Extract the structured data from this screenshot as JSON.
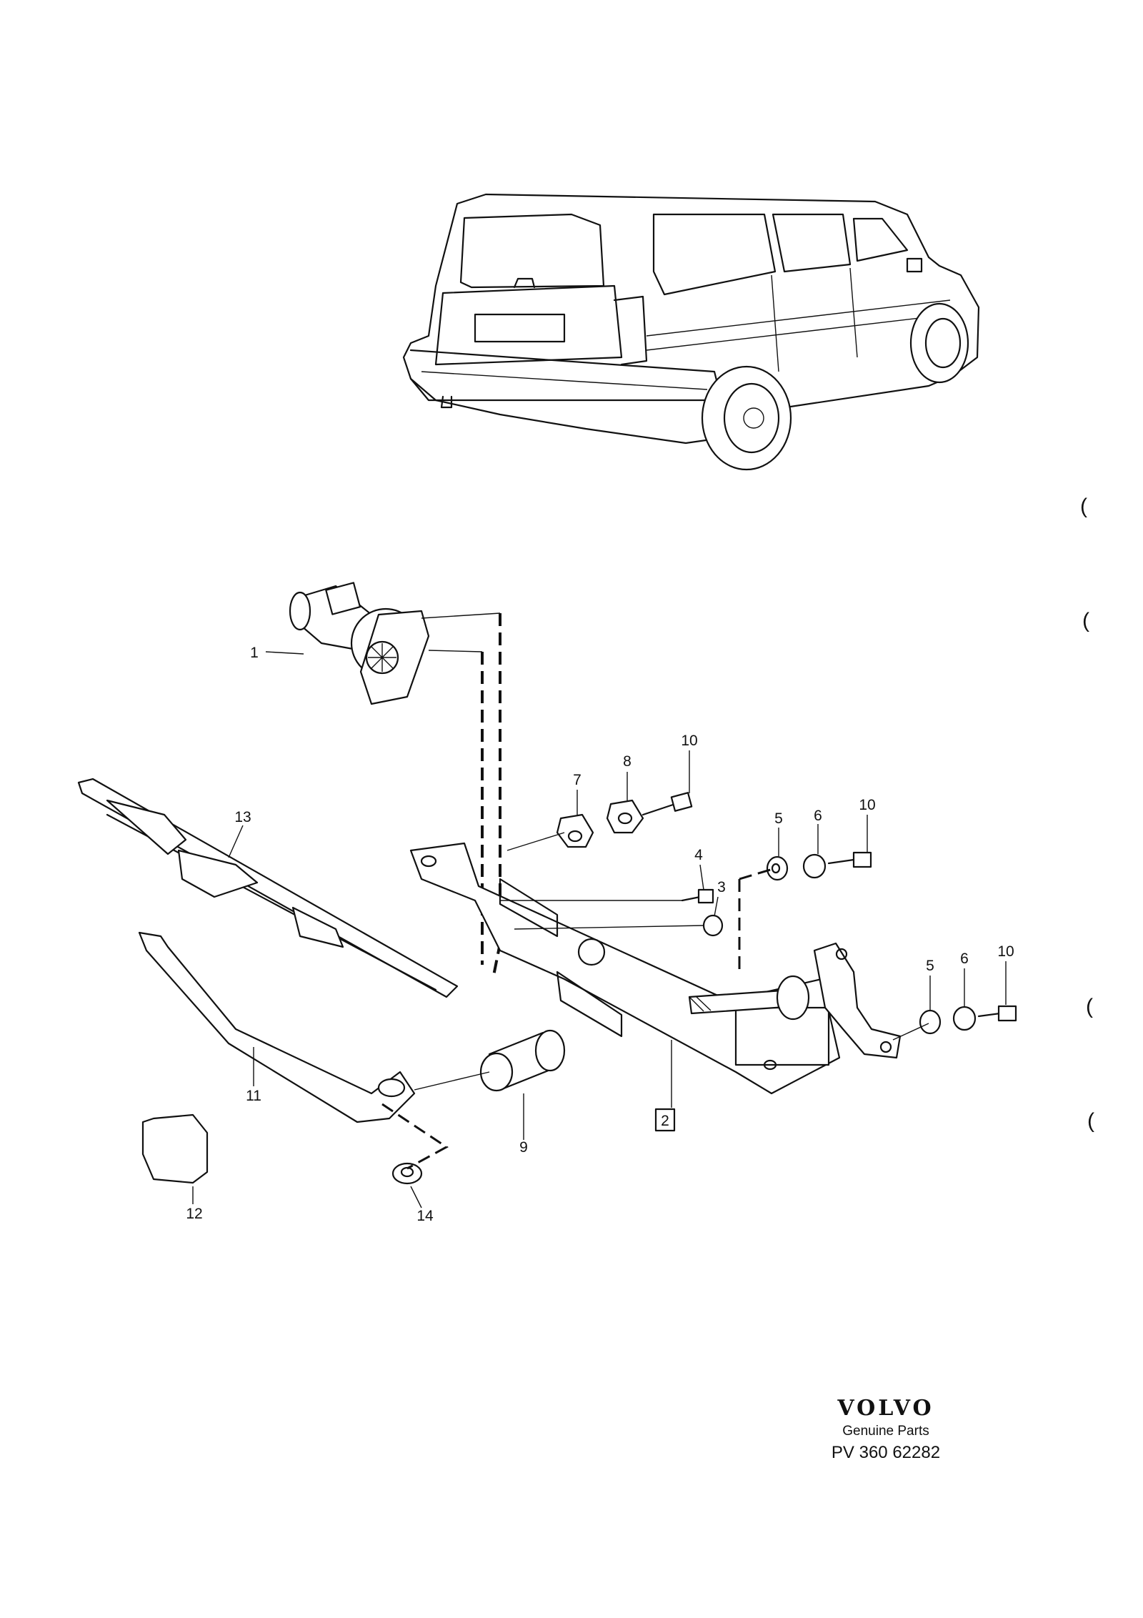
{
  "diagram": {
    "callouts": [
      {
        "id": "c1",
        "text": "1"
      },
      {
        "id": "c2",
        "text": "2"
      },
      {
        "id": "c3",
        "text": "3"
      },
      {
        "id": "c4",
        "text": "4"
      },
      {
        "id": "c5a",
        "text": "5"
      },
      {
        "id": "c5b",
        "text": "5"
      },
      {
        "id": "c6a",
        "text": "6"
      },
      {
        "id": "c6b",
        "text": "6"
      },
      {
        "id": "c7",
        "text": "7"
      },
      {
        "id": "c8",
        "text": "8"
      },
      {
        "id": "c9",
        "text": "9"
      },
      {
        "id": "c10a",
        "text": "10"
      },
      {
        "id": "c10b",
        "text": "10"
      },
      {
        "id": "c10c",
        "text": "10"
      },
      {
        "id": "c11",
        "text": "11"
      },
      {
        "id": "c12",
        "text": "12"
      },
      {
        "id": "c13",
        "text": "13"
      },
      {
        "id": "c14",
        "text": "14"
      }
    ],
    "margin_marks": [
      "(",
      "(",
      "(",
      "("
    ]
  },
  "footer": {
    "brand": "VOLVO",
    "subtitle": "Genuine Parts",
    "code": "PV 360 62282"
  }
}
